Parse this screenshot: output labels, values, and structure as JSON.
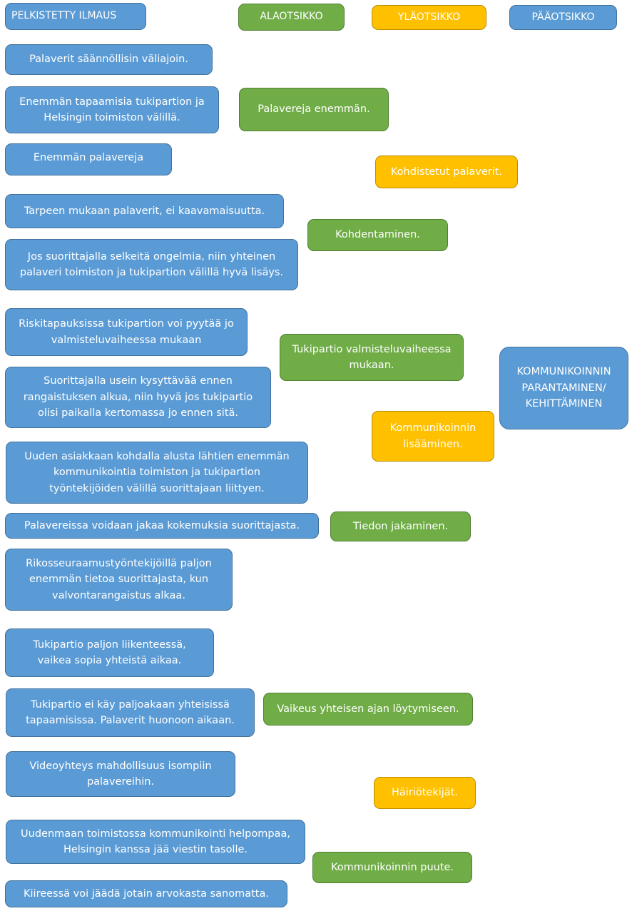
{
  "legend": {
    "plain": "PELKISTETTY ILMAUS",
    "sub": "ALAOTSIKKO",
    "upper": "YLÄOTSIKKO",
    "main": "PÄÄOTSIKKO"
  },
  "plain": [
    "Palaverit säännöllisin väliajoin.",
    "Enemmän tapaamisia tukipartion ja\nHelsingin toimiston välillä.",
    "Enemmän palavereja",
    "Tarpeen mukaan palaverit, ei kaavamaisuutta.",
    "Jos suorittajalla selkeitä ongelmia, niin yhteinen\npalaveri toimiston ja tukipartion välillä hyvä lisäys.",
    "Riskitapauksissa tukipartion voi pyytää jo\nvalmisteluvaiheessa mukaan",
    "Suorittajalla usein kysyttävää ennen\nrangaistuksen alkua, niin hyvä jos tukipartio\nolisi paikalla kertomassa jo ennen sitä.",
    "Uuden asiakkaan kohdalla alusta lähtien enemmän\nkommunikointia toimiston ja tukipartion\ntyöntekijöiden välillä suorittajaan liittyen.",
    "Palavereissa voidaan jakaa kokemuksia suorittajasta.",
    "Rikosseuraamustyöntekijöillä paljon\nenemmän tietoa suorittajasta, kun\nvalvontarangaistus alkaa.",
    "Tukipartio paljon liikenteessä,\nvaikea sopia yhteistä aikaa.",
    "Tukipartio ei käy paljoakaan yhteisissä\ntapaamisissa. Palaverit huonoon aikaan.",
    "Videoyhteys mahdollisuus isompiin\npalavereihin.",
    "Uudenmaan toimistossa kommunikointi helpompaa,\nHelsingin kanssa jää viestin tasolle.",
    "Kiireessä voi jäädä jotain arvokasta sanomatta."
  ],
  "sub": [
    "Palavereja enemmän.",
    "Kohdentaminen.",
    "Tukipartio valmisteluvaiheessa\nmukaan.",
    "Tiedon jakaminen.",
    "Vaikeus yhteisen ajan löytymiseen.",
    "Kommunikoinnin puute."
  ],
  "upper": [
    "Kohdistetut palaverit.",
    "Kommunikoinnin\nlisääminen.",
    "Häiriötekijät."
  ],
  "main": [
    "KOMMUNIKOINNIN\nPARANTAMINEN/\nKEHITTÄMINEN"
  ],
  "colors": {
    "plain": "#5b9bd5",
    "sub": "#70ad47",
    "upper": "#ffc000",
    "main": "#5b9bd5"
  }
}
